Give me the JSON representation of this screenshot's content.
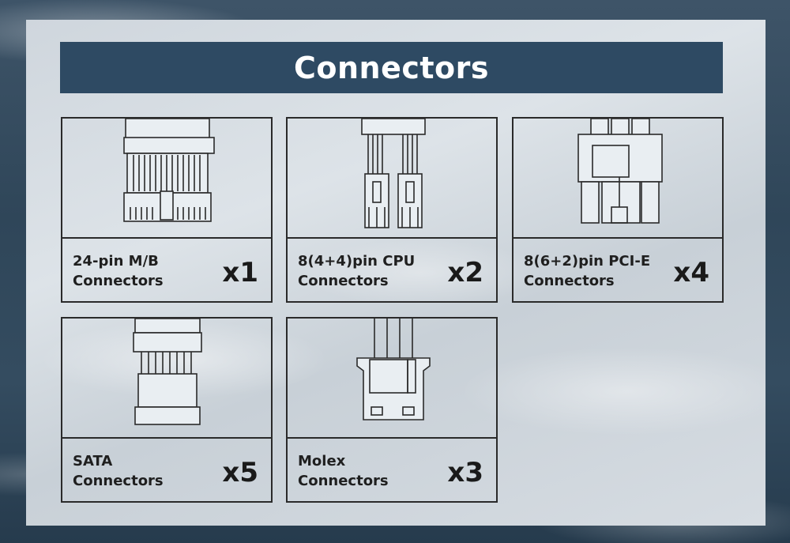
{
  "title": "Connectors",
  "connectors": [
    {
      "line1": "24-pin M/B",
      "line2": "Connectors",
      "qty": "x1",
      "icon": "atx-24pin-icon"
    },
    {
      "line1": "8(4+4)pin CPU",
      "line2": "Connectors",
      "qty": "x2",
      "icon": "cpu-8pin-icon"
    },
    {
      "line1": "8(6+2)pin PCI-E",
      "line2": "Connectors",
      "qty": "x4",
      "icon": "pcie-8pin-icon"
    },
    {
      "line1": "SATA",
      "line2": "Connectors",
      "qty": "x5",
      "icon": "sata-icon"
    },
    {
      "line1": "Molex",
      "line2": "Connectors",
      "qty": "x3",
      "icon": "molex-icon"
    }
  ],
  "colors": {
    "title_bar": "#2e4a63",
    "border": "#2a2a2a"
  }
}
